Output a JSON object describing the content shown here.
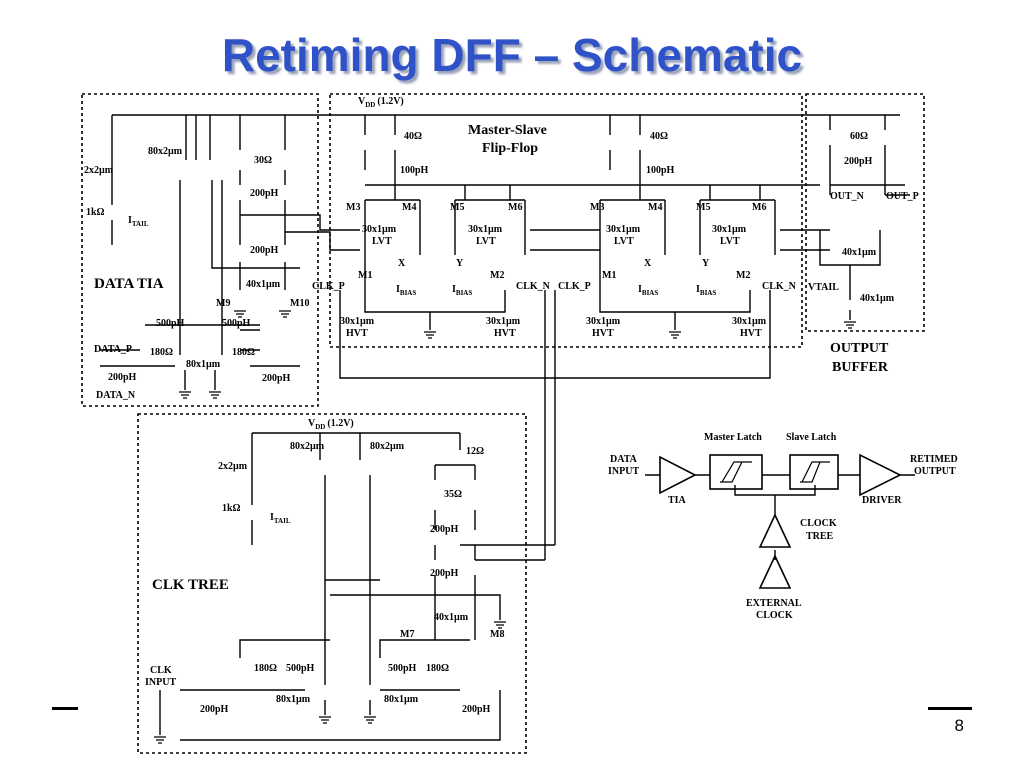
{
  "title": "Retiming DFF – Schematic",
  "page_number": "8",
  "data_tia": {
    "block_label": "DATA TIA",
    "bias_dev": "2x2µm",
    "bias_src": "80x2µm",
    "r_bias": "1kΩ",
    "i_tail": "I",
    "i_tail_sub": "TAIL",
    "r_load": "30Ω",
    "l_load1": "200pH",
    "l_load2": "200pH",
    "diff_pair": "40x1µm",
    "m9": "M9",
    "m10": "M10",
    "c1": "500pH",
    "c2": "500pH",
    "data_p": "DATA_P",
    "data_n": "DATA_N",
    "r_in1": "180Ω",
    "r_in2": "180Ω",
    "in_dev": "80x1µm",
    "l_in1": "200pH",
    "l_in2": "200pH"
  },
  "flipflop": {
    "vdd": "V",
    "vdd_sub": "DD",
    "vdd_val": "(1.2V)",
    "label": "Master-Slave",
    "label2": "Flip-Flop",
    "r_load1": "40Ω",
    "r_load2": "40Ω",
    "l_load1": "100pH",
    "l_load2": "100pH",
    "m3a": "M3",
    "m4a": "M4",
    "m5a": "M5",
    "m6a": "M6",
    "m3b": "M3",
    "m4b": "M4",
    "m5b": "M5",
    "m6b": "M6",
    "lvt_dev": "30x1µm",
    "lvt": "LVT",
    "x1": "X",
    "y1": "Y",
    "x2": "X",
    "y2": "Y",
    "m1a": "M1",
    "m2a": "M2",
    "m1b": "M1",
    "m2b": "M2",
    "i_bias": "I",
    "i_bias_sub": "BIAS",
    "clk_p1": "CLK_P",
    "clk_n1": "CLK_N",
    "clk_p2": "CLK_P",
    "clk_n2": "CLK_N",
    "hvt_dev": "30x1µm",
    "hvt": "HVT"
  },
  "output_buffer": {
    "label1": "OUTPUT",
    "label2": "BUFFER",
    "r_load": "60Ω",
    "l_load": "200pH",
    "out_n": "OUT_N",
    "out_p": "OUT_P",
    "diff_pair": "40x1µm",
    "vtail": "VTAIL",
    "tail_dev": "40x1µm"
  },
  "clk_tree": {
    "block_label": "CLK TREE",
    "vdd": "V",
    "vdd_sub": "DD",
    "vdd_val": "(1.2V)",
    "src1": "80x2µm",
    "src2": "80x2µm",
    "bias_dev": "2x2µm",
    "r_bias": "1kΩ",
    "i_tail": "I",
    "i_tail_sub": "TAIL",
    "r_top": "12Ω",
    "r_load": "35Ω",
    "l1": "200pH",
    "l2": "200pH",
    "diff_pair": "40x1µm",
    "m7": "M7",
    "m8": "M8",
    "r1": "180Ω",
    "l3": "500pH",
    "l4": "500pH",
    "r2": "180Ω",
    "dev1": "80x1µm",
    "dev2": "80x1µm",
    "clk_in1": "CLK",
    "clk_in2": "INPUT",
    "l_in1": "200pH",
    "l_in2": "200pH"
  },
  "block_diagram": {
    "data_in1": "DATA",
    "data_in2": "INPUT",
    "tia": "TIA",
    "master": "Master Latch",
    "slave": "Slave Latch",
    "out1": "RETIMED",
    "out2": "OUTPUT",
    "driver": "DRIVER",
    "clock_tree1": "CLOCK",
    "clock_tree2": "TREE",
    "ext1": "EXTERNAL",
    "ext2": "CLOCK"
  }
}
